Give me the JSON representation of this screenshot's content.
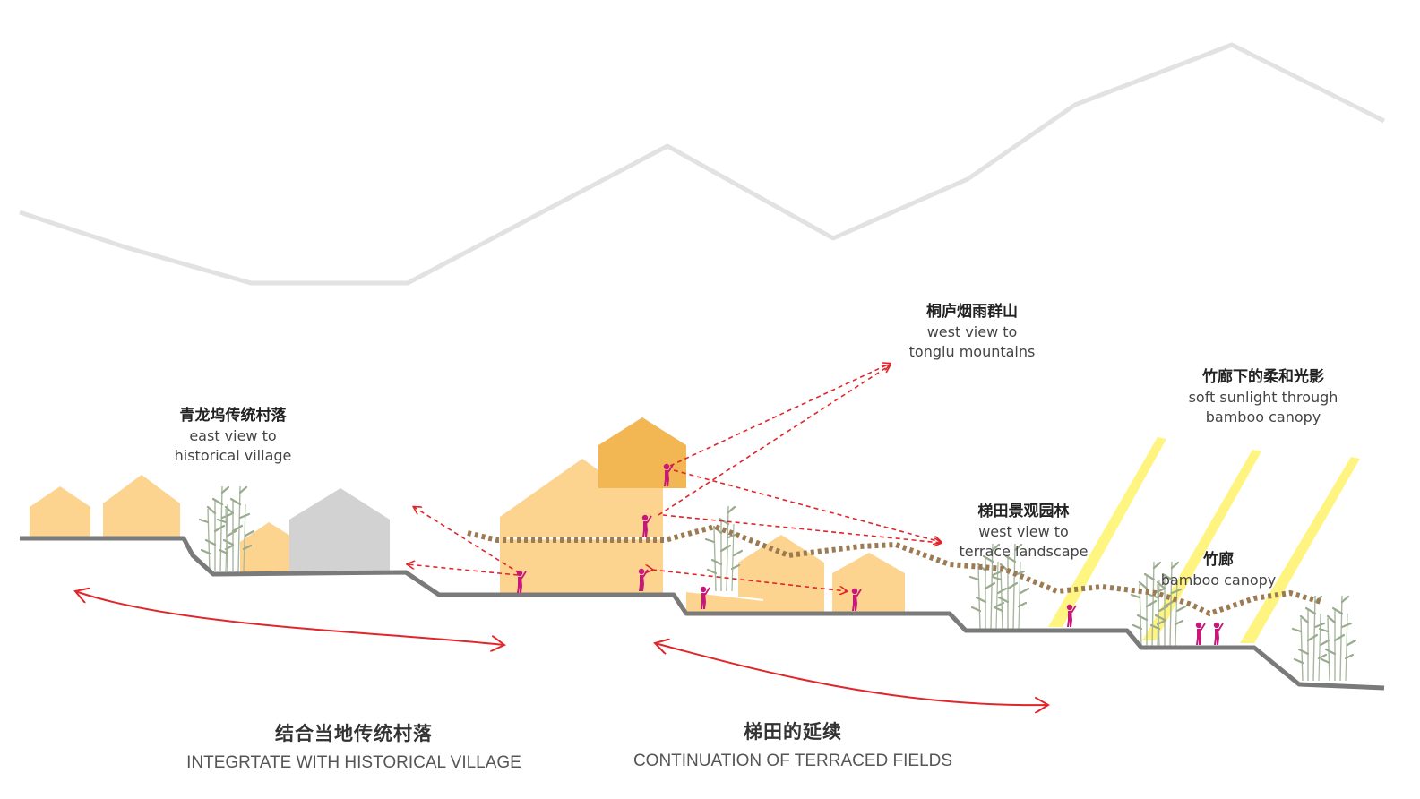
{
  "labels": {
    "village": {
      "cn": "青龙坞传统村落",
      "en1": "east view to",
      "en2": "historical village"
    },
    "mountains": {
      "cn": "桐庐烟雨群山",
      "en1": "west view to",
      "en2": "tonglu  mountains"
    },
    "sunlight": {
      "cn": "竹廊下的柔和光影",
      "en1": "soft sunlight through",
      "en2": "bamboo canopy"
    },
    "terrace": {
      "cn": "梯田景观园林",
      "en1": "west view to",
      "en2": "terrace landscape"
    },
    "canopy": {
      "cn": "竹廊",
      "en1": "bamboo canopy"
    }
  },
  "captions": {
    "left": {
      "cn": "结合当地传统村落",
      "en": "INTEGRTATE WITH HISTORICAL VILLAGE"
    },
    "right": {
      "cn": "梯田的延续",
      "en": "CONTINUATION OF TERRACED FIELDS"
    }
  },
  "colors": {
    "house_light": "#fdd48f",
    "house_dark": "#f2b653",
    "house_gray": "#d2d2d2",
    "ground": "#7a7a7a",
    "mountain": "#e2e2e2",
    "view_arrow": "#e0262a",
    "figure": "#c8177a",
    "path_dots": "#9c7a52",
    "sunbeam": "#fff36b",
    "bamboo": "#a7b79e"
  }
}
